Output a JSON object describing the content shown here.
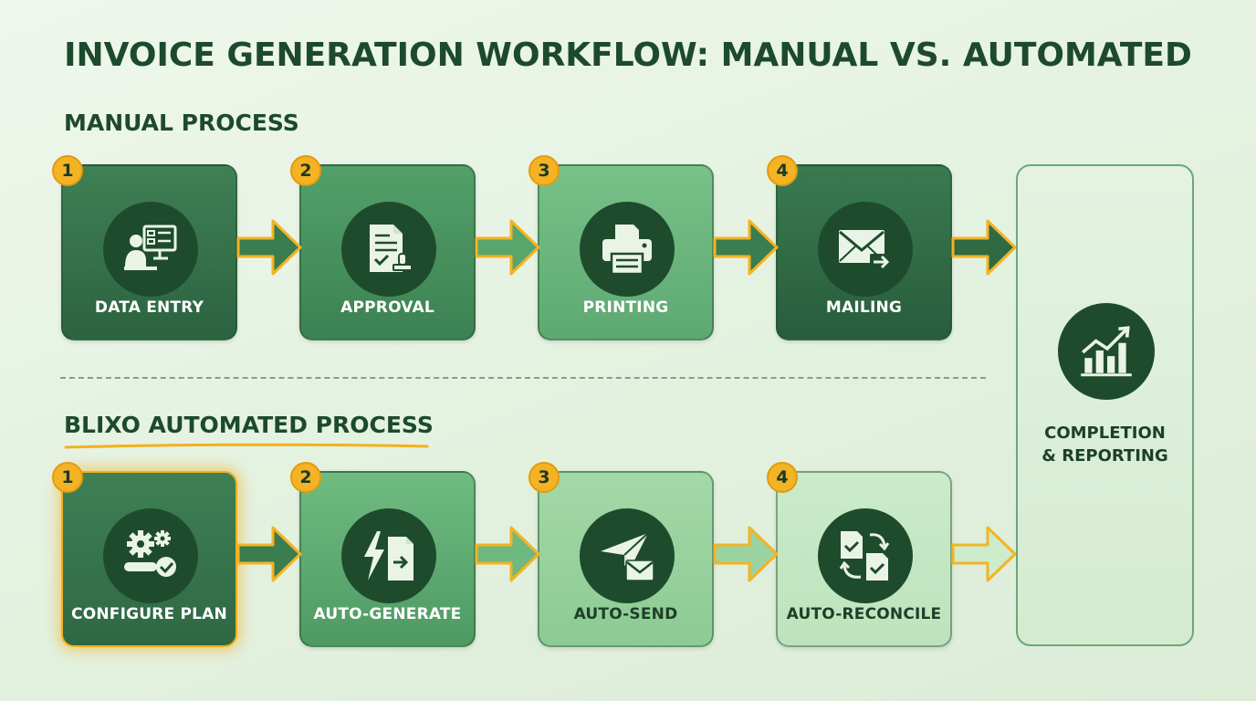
{
  "title": "INVOICE GENERATION WORKFLOW: MANUAL VS. AUTOMATED",
  "manual": {
    "label": "MANUAL PROCESS",
    "steps": [
      {
        "number": "1",
        "label": "DATA ENTRY",
        "icon": "person-computer-icon"
      },
      {
        "number": "2",
        "label": "APPROVAL",
        "icon": "document-stamp-icon"
      },
      {
        "number": "3",
        "label": "PRINTING",
        "icon": "printer-icon"
      },
      {
        "number": "4",
        "label": "MAILING",
        "icon": "envelope-send-icon"
      }
    ]
  },
  "automated": {
    "label": "BLIXO AUTOMATED PROCESS",
    "steps": [
      {
        "number": "1",
        "label": "CONFIGURE PLAN",
        "icon": "gears-check-icon"
      },
      {
        "number": "2",
        "label": "AUTO-GENERATE",
        "icon": "lightning-document-icon"
      },
      {
        "number": "3",
        "label": "AUTO-SEND",
        "icon": "paper-plane-envelope-icon"
      },
      {
        "number": "4",
        "label": "AUTO-RECONCILE",
        "icon": "documents-sync-icon"
      }
    ]
  },
  "final": {
    "label_line1": "COMPLETION",
    "label_line2": "& REPORTING",
    "icon": "bar-chart-trend-icon"
  },
  "colors": {
    "accent": "#f4b324",
    "dark_green": "#1f4b2d",
    "title": "#1d4a2c"
  }
}
